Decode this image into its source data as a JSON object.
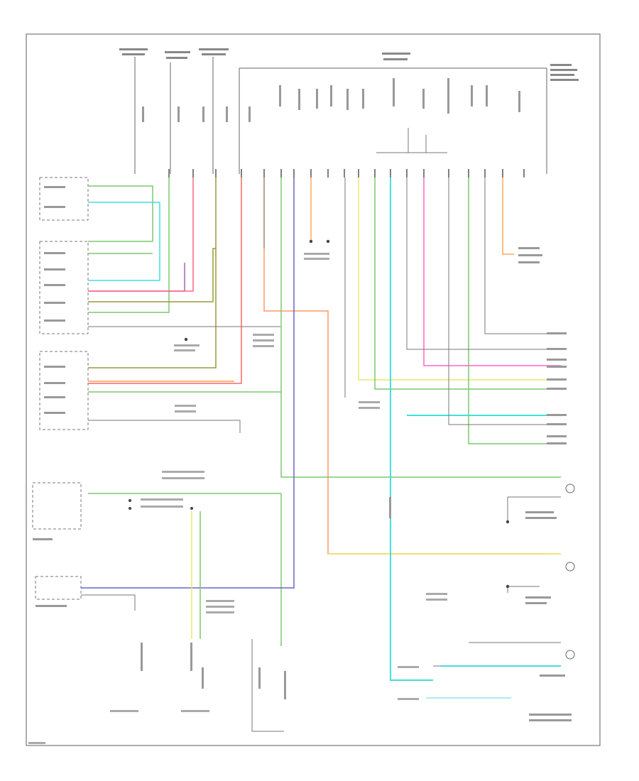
{
  "figure_code": "",
  "colors": {
    "green": "#7bc96f",
    "olive": "#9a9a3a",
    "pink": "#f07aa0",
    "magenta": "#ff66cc",
    "red": "#ff6666",
    "orange": "#ff9944",
    "yellow": "#e8e86a",
    "cyan": "#44dddd",
    "blue": "#6666cc",
    "darkgray": "#555555",
    "purple": "#aa66aa",
    "lightgray": "#bbbbbb"
  },
  "boxes": [
    {
      "id": "left-module-1",
      "label": ""
    },
    {
      "id": "left-module-2",
      "label": ""
    },
    {
      "id": "cluster",
      "label": ""
    },
    {
      "id": "overhead-switch",
      "label": ""
    }
  ]
}
